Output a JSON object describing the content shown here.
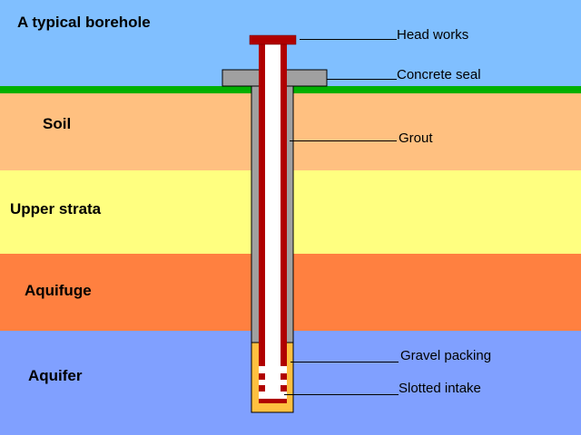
{
  "title": "A typical borehole",
  "layers": [
    "Soil",
    "Upper strata",
    "Aquifuge",
    "Aquifer"
  ],
  "components": [
    "Head works",
    "Concrete seal",
    "Grout",
    "Gravel packing",
    "Slotted intake"
  ],
  "colors": {
    "sky": "#80bfff",
    "grass": "#00b000",
    "soil": "#ffc080",
    "upper_strata": "#ffff80",
    "aquifuge": "#ff8040",
    "aquifer": "#80a0ff",
    "casing": "#b00000",
    "grout": "#a0a0a0",
    "gravel": "#ffc040"
  }
}
